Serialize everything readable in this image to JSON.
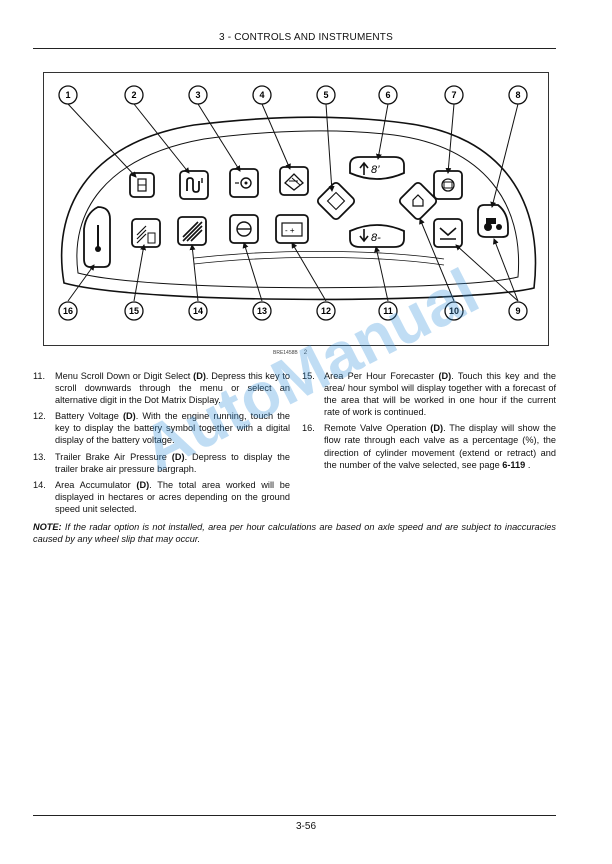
{
  "header": {
    "title": "3 - CONTROLS AND INSTRUMENTS"
  },
  "figure": {
    "callouts_top": [
      "1",
      "2",
      "3",
      "4",
      "5",
      "6",
      "7",
      "8"
    ],
    "callouts_bottom": [
      "16",
      "15",
      "14",
      "13",
      "12",
      "11",
      "10",
      "9"
    ],
    "key_glyphs": {
      "k6": "8’",
      "k11": "8-",
      "k12": "- +"
    },
    "ref": "BRE1458B",
    "num": "2"
  },
  "items_left": [
    {
      "n": "11.",
      "title": "Menu Scroll Down or Digit Select",
      "tag": "(D)",
      "text": ". Depress this key to scroll downwards through the menu or select an alternative digit in the Dot Matrix Display."
    },
    {
      "n": "12.",
      "title": "Battery Voltage",
      "tag": "(D)",
      "text": ". With the engine running, touch the key to display the battery symbol together with a digital display of the battery voltage."
    },
    {
      "n": "13.",
      "title": "Trailer Brake Air Pressure",
      "tag": "(D)",
      "text": ". Depress to display the trailer brake air pressure bargraph."
    },
    {
      "n": "14.",
      "title": "Area Accumulator",
      "tag": "(D)",
      "text": ". The total area worked will be displayed in hectares or acres depending on the ground speed unit selected."
    }
  ],
  "items_right": [
    {
      "n": "15.",
      "title": "Area Per Hour Forecaster",
      "tag": "(D)",
      "text": ". Touch this key and the area/ hour symbol will display together with a forecast of the area that will be worked in one hour if the current rate of work is continued."
    },
    {
      "n": "16.",
      "title": "Remote Valve Operation",
      "tag": "(D)",
      "text": ". The display will show the flow rate through each valve as a percentage (%), the direction of cylinder movement (extend or retract) and the number of the valve selected, see page ",
      "ref": "6-119",
      "end": " ."
    }
  ],
  "note": {
    "label": "NOTE:",
    "text": " If the radar option is not installed, area per hour calculations are based on axle speed and are subject to inaccuracies caused by any wheel slip that may occur."
  },
  "watermark": "AutoManual",
  "footer": {
    "page": "3-56"
  }
}
